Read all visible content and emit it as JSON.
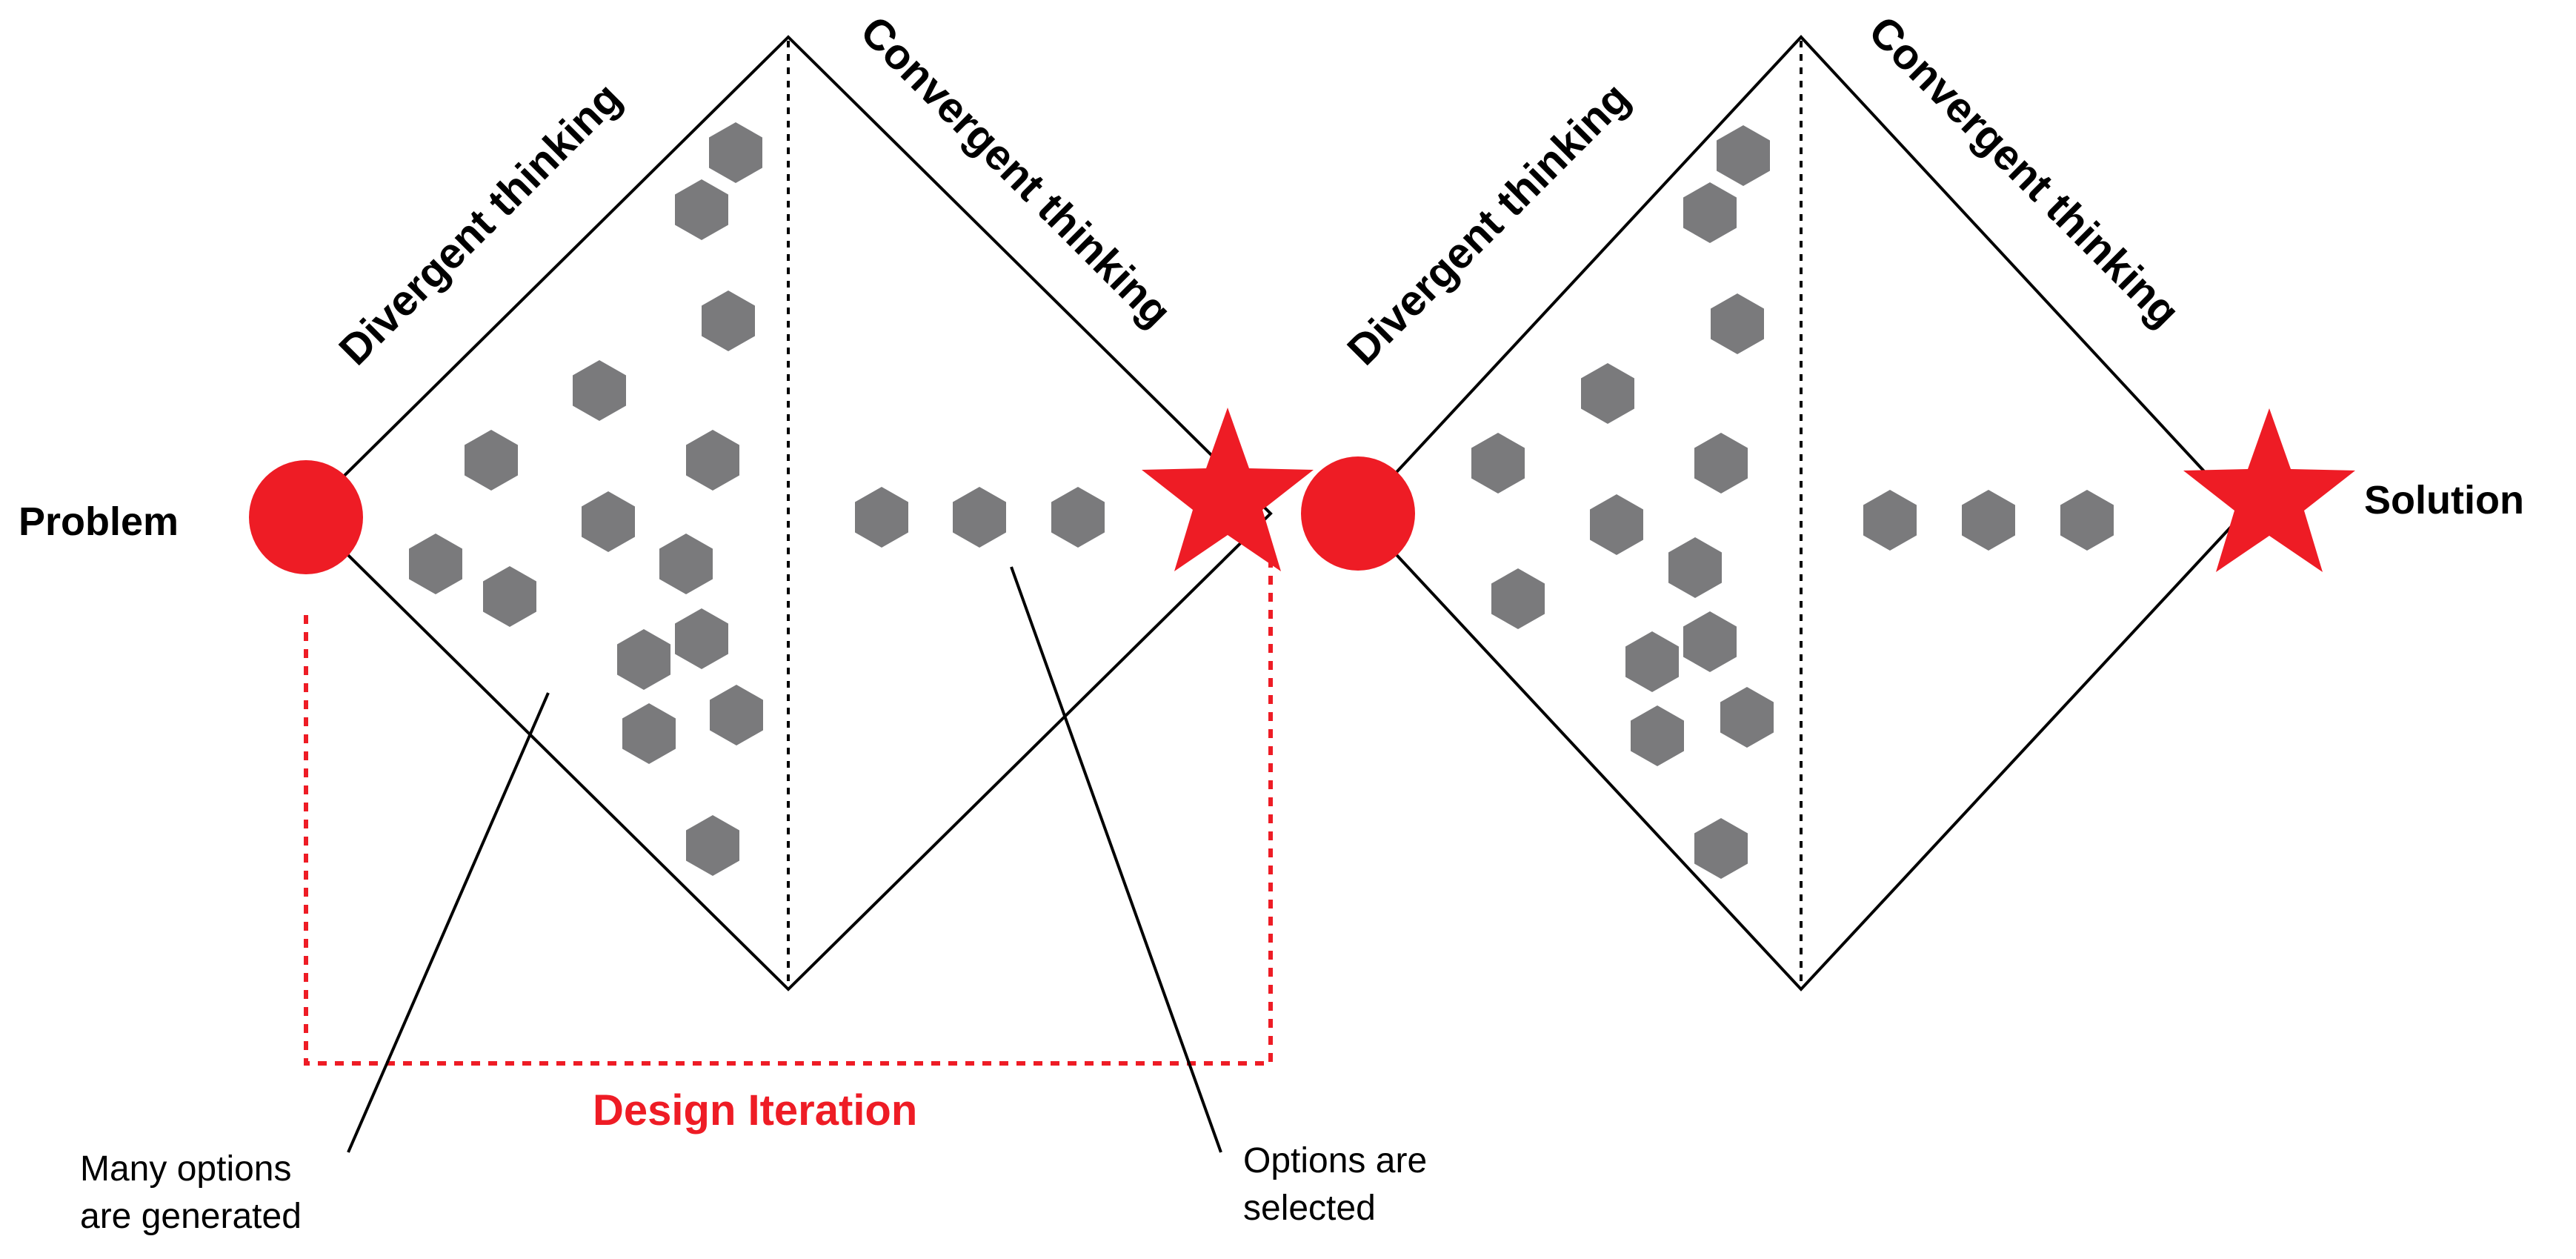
{
  "labels": {
    "problem": "Problem",
    "solution": "Solution",
    "divergent_1": "Divergent thinking",
    "convergent_1": "Convergent thinking",
    "divergent_2": "Divergent thinking",
    "convergent_2": "Convergent thinking",
    "design_iteration": "Design Iteration",
    "many_options_line1": "Many options",
    "many_options_line2": "are generated",
    "options_selected_line1": "Options are",
    "options_selected_line2": "selected"
  },
  "colors": {
    "accent_red": "#ee1c25",
    "hexagon_gray": "#7a7a7c",
    "line": "#000000",
    "background": "#ffffff"
  },
  "icons": {
    "start": "red-circle",
    "end": "red-star",
    "option": "gray-hexagon"
  }
}
